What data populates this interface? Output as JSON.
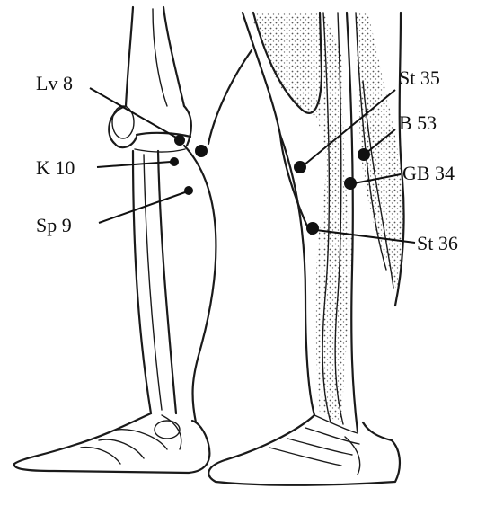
{
  "points": {
    "lv8": "Lv 8",
    "k10": "K 10",
    "sp9": "Sp 9",
    "st35": "St 35",
    "b53": "B 53",
    "gb34": "GB 34",
    "st36": "St 36"
  }
}
